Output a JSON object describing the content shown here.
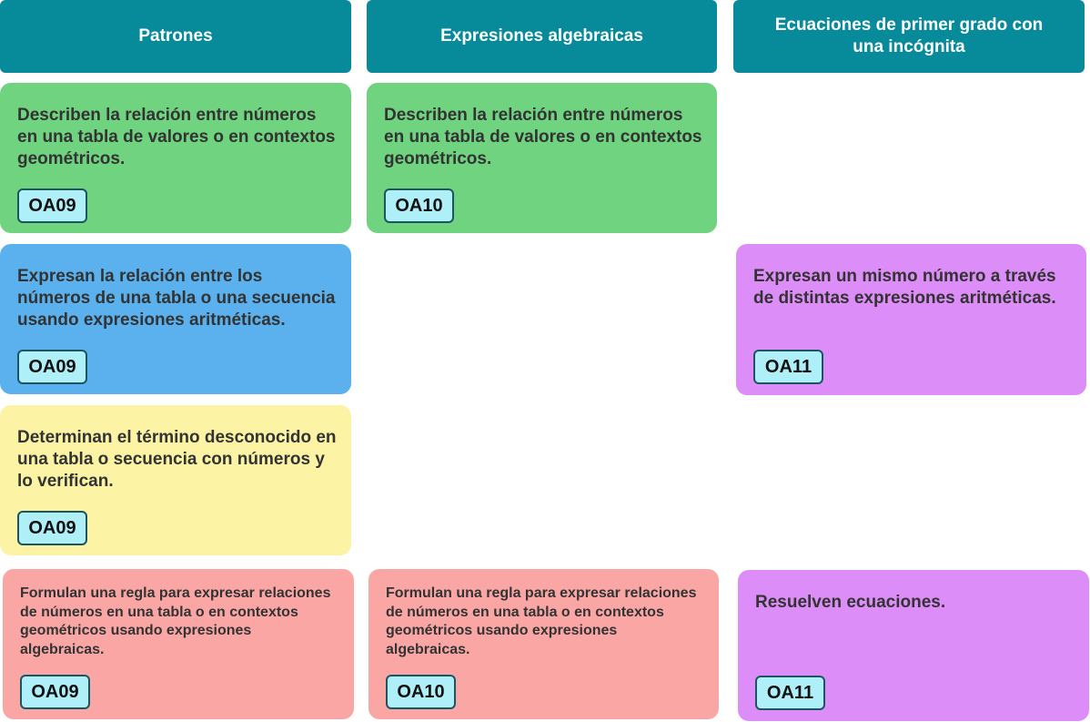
{
  "headers": [
    {
      "label": "Patrones"
    },
    {
      "label": "Expresiones algebraicas"
    },
    {
      "label": "Ecuaciones de primer grado con\nuna incógnita"
    }
  ],
  "colors": {
    "header": "#078b9b",
    "badge_fill": "#aeeff8",
    "badge_border": "#1b5560",
    "text": "#333333"
  },
  "rows": [
    [
      {
        "text": "Describen la relación entre números\nen una tabla de valores o en contextos\ngeométricos.",
        "badge": "OA09",
        "color": "#6fd37f"
      },
      {
        "text": "Describen la relación entre números\nen una tabla de valores o en contextos\ngeométricos.",
        "badge": "OA10",
        "color": "#6fd37f"
      },
      null
    ],
    [
      {
        "text": "Expresan la relación entre los\nnúmeros de una tabla o una secuencia\nusando expresiones aritméticas.",
        "badge": "OA09",
        "color": "#5ab1ee"
      },
      null,
      {
        "text": "Expresan un mismo número a través\nde distintas expresiones aritméticas.",
        "badge": "OA11",
        "color": "#dd8df8"
      }
    ],
    [
      {
        "text": "Determinan el término desconocido en\nuna tabla o secuencia con números y\nlo verifican.",
        "badge": "OA09",
        "color": "#fcf4a4"
      },
      null,
      null
    ],
    [
      {
        "text": "Formulan una regla para expresar relaciones\nde números en una tabla o en contextos\ngeométricos usando expresiones\nalgebraicas.",
        "badge": "OA09",
        "color": "#f9a6a5"
      },
      {
        "text": "Formulan una regla para expresar relaciones\nde números en una tabla o en contextos\ngeométricos usando expresiones\nalgebraicas.",
        "badge": "OA10",
        "color": "#f9a6a5"
      },
      {
        "text": "Resuelven ecuaciones.",
        "badge": "OA11",
        "color": "#dd8df8"
      }
    ]
  ]
}
